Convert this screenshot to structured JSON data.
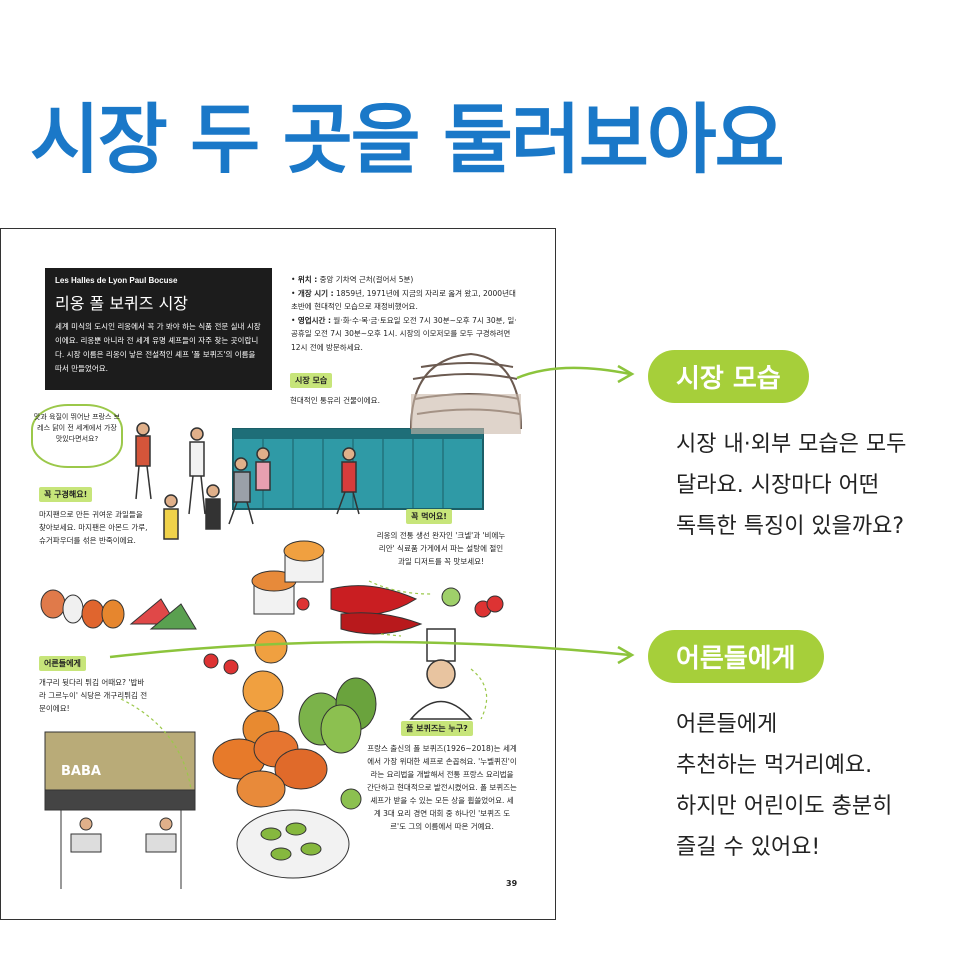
{
  "headline": "시장 두 곳을 둘러보아요",
  "book_page": {
    "intro": {
      "title_en": "Les Halles de Lyon Paul Bocuse",
      "title_ko": "리옹 폴 보퀴즈 시장",
      "description": "세계 미식의 도시인 리옹에서 꼭 가 봐야 하는 식품 전문 실내 시장이에요. 리옹뿐 아니라 전 세계 유명 셰프들이 자주 찾는 곳이랍니다. 시장 이름은 리옹이 낳은 전설적인 셰프 '폴 보퀴즈'의 이름을 따서 만들었어요."
    },
    "info": {
      "location_label": "위치 :",
      "location": "중앙 기차역 근처(걸어서 5분)",
      "opening_label": "개장 시기 :",
      "opening": "1859년, 1971년에 지금의 자리로 옮겨 왔고, 2000년대 초반에 현대적인 모습으로 재정비했어요.",
      "hours_label": "영업시간 :",
      "hours": "월·화·수·목·금·토요일 오전 7시 30분~오후 7시 30분, 일·공휴일 오전 7시 30분~오후 1시. 시장의 이모저모를 모두 구경하려면 12시 전에 방문하세요."
    },
    "market_tag": "시장 모습",
    "market_caption": "현대적인 통유리 건물이에요.",
    "bubble": "맛과 육질이 뛰어난 프랑스 브레스 닭이 전 세계에서 가장 맛있다면서요?",
    "must_see_tag": "꼭 구경해요!",
    "must_see_text": "마지팬으로 만든 귀여운 과일들을 찾아보세요. 마지팬은 아몬드 가루, 슈거파우더를 섞은 반죽이에요.",
    "must_eat_tag": "꼭 먹어요!",
    "must_eat_text": "리옹의 전통 생선 완자인 '크넬'과 '비에누리안' 식료품 가게에서 파는 설탕에 절인 과일 디저트를 꼭 맛보세요!",
    "adults_tag": "어른들에게",
    "adults_text": "개구리 뒷다리 튀김 어때요? '밥바 라 그르누이' 식당은 개구리튀김 전문이에요!",
    "bocuse_tag": "폴 보퀴즈는 누구?",
    "bocuse_text": "프랑스 출신의 폴 보퀴즈(1926~2018)는 세계에서 가장 위대한 셰프로 손꼽혀요. '누벨퀴진'이라는 요리법을 개발해서 전통 프랑스 요리법을 간단하고 현대적으로 발전시켰어요. 폴 보퀴즈는 셰프가 받을 수 있는 모든 상을 휩쓸었어요. 세계 3대 요리 경연 대회 중 하나인 '보퀴즈 도르'도 그의 이름에서 따온 거예요.",
    "restaurant_sign": "BABA",
    "page_number": "39"
  },
  "side": {
    "market_pill": "시장 모습",
    "market_lines": [
      "시장 내·외부 모습은 모두",
      "달라요. 시장마다 어떤",
      "독특한 특징이 있을까요?"
    ],
    "adults_pill": "어른들에게",
    "adults_lines": [
      "어른들에게",
      "추천하는 먹거리예요.",
      "하지만 어린이도 충분히",
      "즐길 수 있어요!"
    ]
  },
  "colors": {
    "headline": "#1a78c8",
    "pill": "#a6cf3a",
    "tag": "#c7e57a",
    "arrow": "#8cc43c"
  }
}
